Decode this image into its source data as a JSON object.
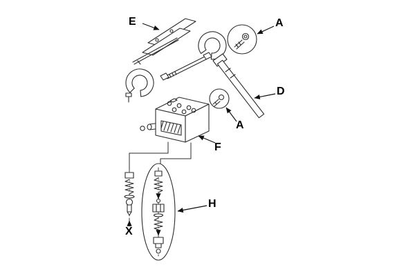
{
  "diagram": {
    "type": "exploded-parts-diagram",
    "background": "#ffffff",
    "ink_color": "#2b2b2b",
    "label_color": "#000000",
    "callouts": {
      "e": "E",
      "a_top": "A",
      "d": "D",
      "a_mid": "A",
      "f": "F",
      "x": "X",
      "h": "H"
    }
  }
}
